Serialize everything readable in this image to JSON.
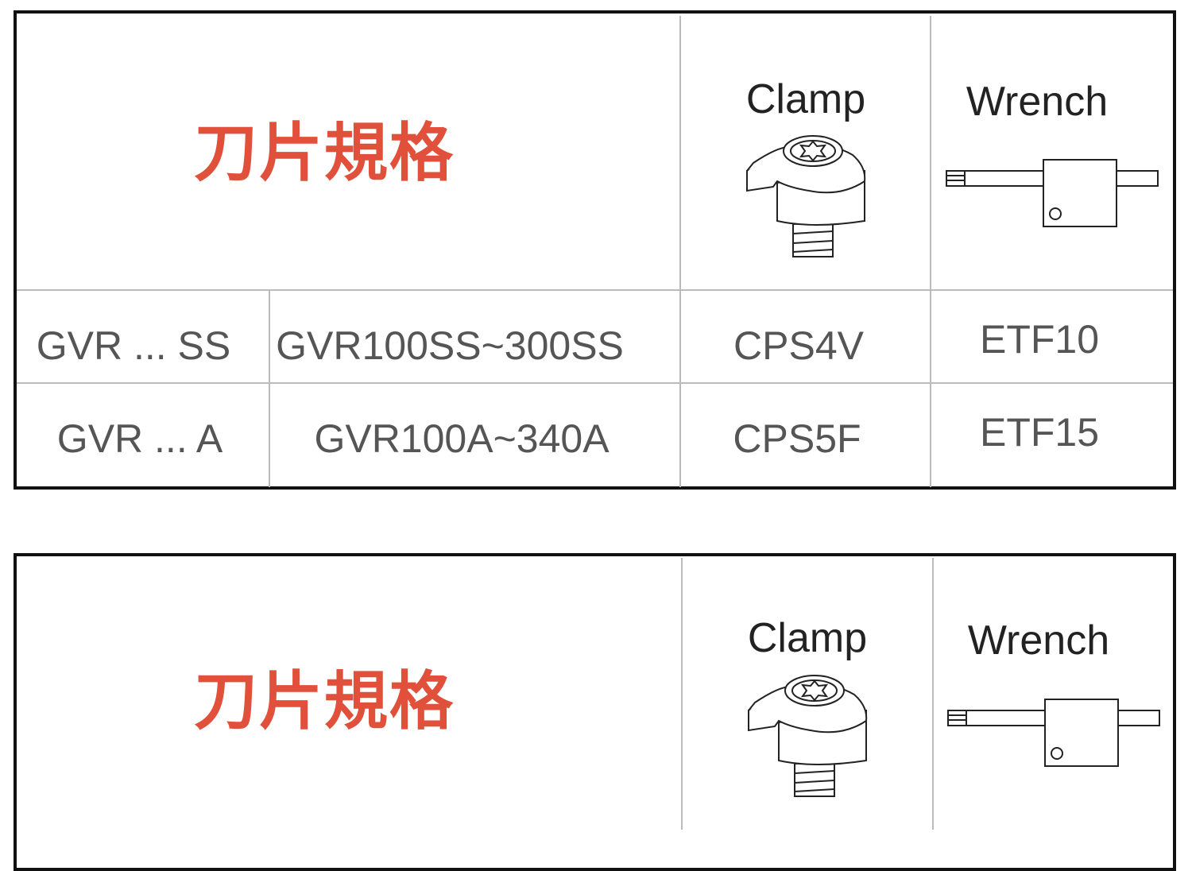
{
  "tables": [
    {
      "title": "刀片規格",
      "headers": {
        "clamp": "Clamp",
        "wrench": "Wrench"
      },
      "icons": {
        "clamp": "clamp-screw-icon",
        "wrench": "torx-wrench-icon"
      },
      "rows": [
        {
          "series": "GVR ... SS",
          "range": "GVR100SS~300SS",
          "clamp": "CPS4V",
          "wrench": "ETF10"
        },
        {
          "series": "GVR ... A",
          "range": "GVR100A~340A",
          "clamp": "CPS5F",
          "wrench": "ETF15"
        }
      ]
    },
    {
      "title": "刀片規格",
      "headers": {
        "clamp": "Clamp",
        "wrench": "Wrench"
      },
      "icons": {
        "clamp": "clamp-screw-icon",
        "wrench": "torx-wrench-icon"
      }
    }
  ],
  "colors": {
    "title": "#e0503a",
    "border": "#111111",
    "grid": "#bbbbbb",
    "text": "#555555"
  }
}
